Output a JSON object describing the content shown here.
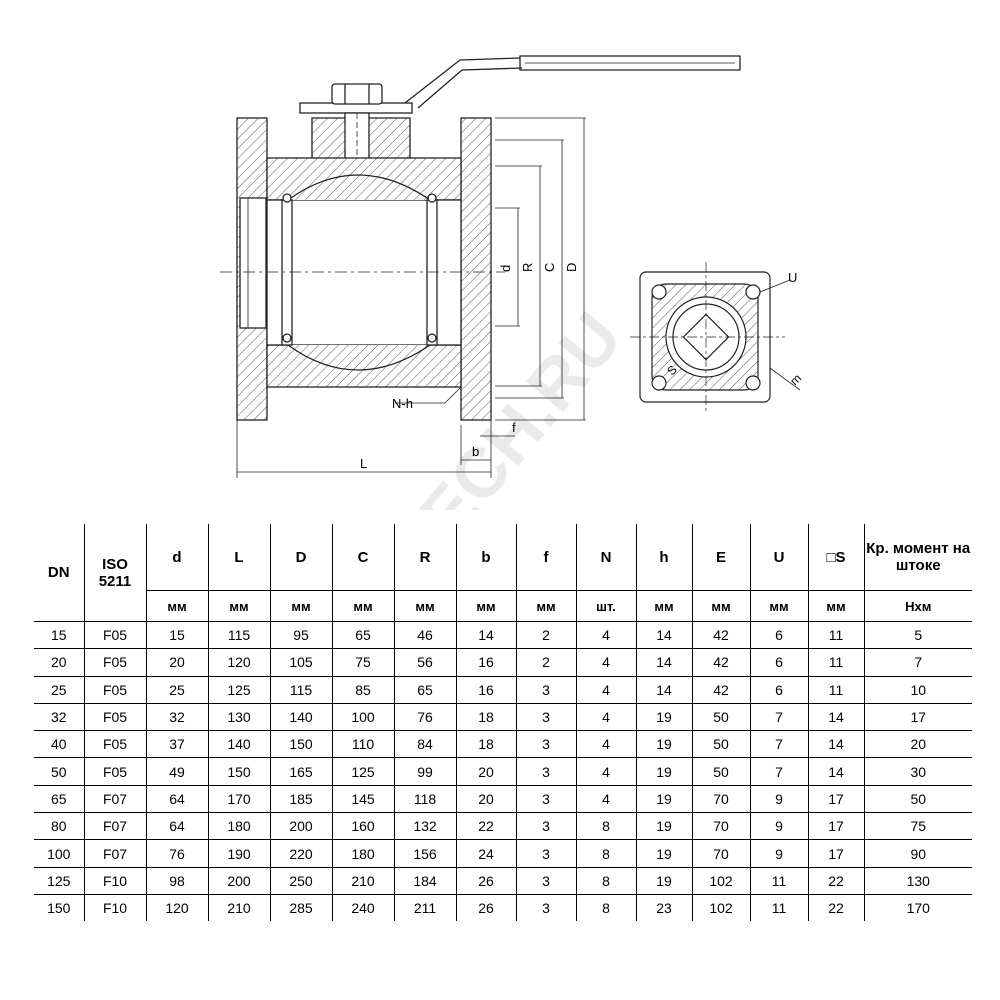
{
  "drawing": {
    "dimension_labels": [
      "d",
      "R",
      "C",
      "D",
      "L",
      "b",
      "f",
      "N-h",
      "U",
      "S",
      "m"
    ]
  },
  "table": {
    "headers": [
      "DN",
      "ISO 5211",
      "d",
      "L",
      "D",
      "C",
      "R",
      "b",
      "f",
      "N",
      "h",
      "E",
      "U",
      "□S",
      "Кр. момент на штоке"
    ],
    "units": [
      "мм",
      "мм",
      "мм",
      "мм",
      "мм",
      "мм",
      "мм",
      "шт.",
      "мм",
      "мм",
      "мм",
      "мм",
      "Нхм"
    ],
    "rows": [
      [
        "15",
        "F05",
        "15",
        "115",
        "95",
        "65",
        "46",
        "14",
        "2",
        "4",
        "14",
        "42",
        "6",
        "11",
        "5"
      ],
      [
        "20",
        "F05",
        "20",
        "120",
        "105",
        "75",
        "56",
        "16",
        "2",
        "4",
        "14",
        "42",
        "6",
        "11",
        "7"
      ],
      [
        "25",
        "F05",
        "25",
        "125",
        "115",
        "85",
        "65",
        "16",
        "3",
        "4",
        "14",
        "42",
        "6",
        "11",
        "10"
      ],
      [
        "32",
        "F05",
        "32",
        "130",
        "140",
        "100",
        "76",
        "18",
        "3",
        "4",
        "19",
        "50",
        "7",
        "14",
        "17"
      ],
      [
        "40",
        "F05",
        "37",
        "140",
        "150",
        "110",
        "84",
        "18",
        "3",
        "4",
        "19",
        "50",
        "7",
        "14",
        "20"
      ],
      [
        "50",
        "F05",
        "49",
        "150",
        "165",
        "125",
        "99",
        "20",
        "3",
        "4",
        "19",
        "50",
        "7",
        "14",
        "30"
      ],
      [
        "65",
        "F07",
        "64",
        "170",
        "185",
        "145",
        "118",
        "20",
        "3",
        "4",
        "19",
        "70",
        "9",
        "17",
        "50"
      ],
      [
        "80",
        "F07",
        "64",
        "180",
        "200",
        "160",
        "132",
        "22",
        "3",
        "8",
        "19",
        "70",
        "9",
        "17",
        "75"
      ],
      [
        "100",
        "F07",
        "76",
        "190",
        "220",
        "180",
        "156",
        "24",
        "3",
        "8",
        "19",
        "70",
        "9",
        "17",
        "90"
      ],
      [
        "125",
        "F10",
        "98",
        "200",
        "250",
        "210",
        "184",
        "26",
        "3",
        "8",
        "19",
        "102",
        "11",
        "22",
        "130"
      ],
      [
        "150",
        "F10",
        "120",
        "210",
        "285",
        "240",
        "211",
        "26",
        "3",
        "8",
        "23",
        "102",
        "11",
        "22",
        "170"
      ]
    ]
  },
  "watermark": "SANTECH.RU"
}
